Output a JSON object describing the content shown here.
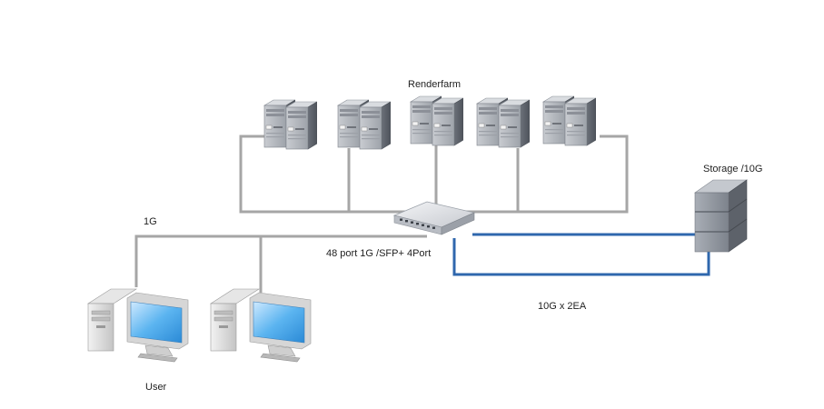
{
  "labels": {
    "renderfarm": "Renderfarm",
    "storage": "Storage /10G",
    "link_1g": "1G",
    "switch": "48 port 1G /SFP+ 4Port",
    "link_10g": "10G x 2EA",
    "user": "User"
  },
  "colors": {
    "link_1g": "#a6a6a6",
    "link_10g": "#2f67ad"
  },
  "icons": {
    "server": "tower-server-pair-icon",
    "switch": "network-switch-icon",
    "storage": "storage-array-icon",
    "workstation": "desktop-workstation-icon"
  }
}
